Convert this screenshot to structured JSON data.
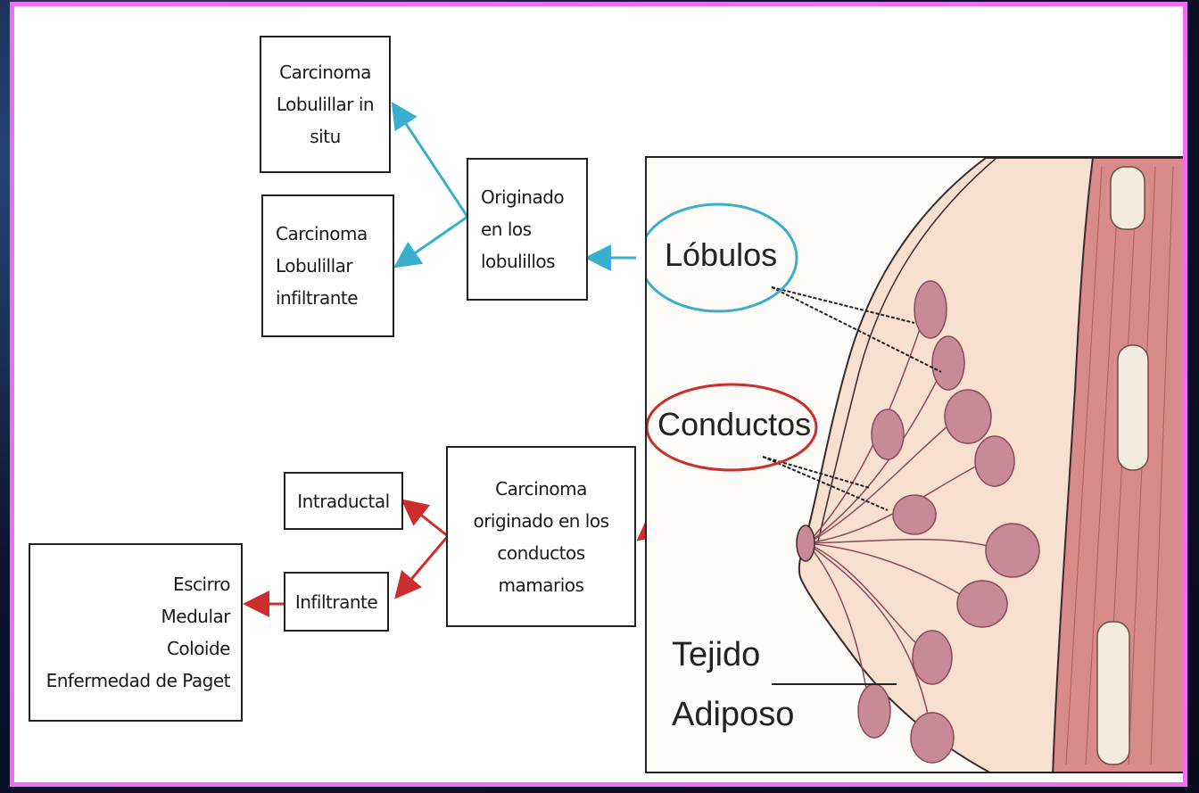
{
  "diagram": {
    "boxes": {
      "lobular_in_situ": [
        "Carcinoma",
        "Lobulillar in",
        "situ"
      ],
      "lobular_infiltrante": [
        "Carcinoma",
        "Lobulillar",
        "infiltrante"
      ],
      "originado_lobulillos": [
        "Originado",
        "en los",
        "lobulillos"
      ],
      "originado_conductos": [
        "Carcinoma",
        "originado en los",
        "conductos",
        "mamarios"
      ],
      "intraductal": "Intraductal",
      "infiltrante": "Infiltrante",
      "subtypes": [
        "Escirro",
        "Medular",
        "Coloide",
        "Enfermedad de Paget"
      ]
    },
    "anatomy_labels": {
      "lobulos": "Lóbulos",
      "conductos": "Conductos",
      "tejido": "Tejido",
      "adiposo": "Adiposo"
    },
    "colors": {
      "frame": "#f06cf0",
      "lobulos_arrow": "#3aaecd",
      "conductos_arrow": "#cc2e2e",
      "breast_tissue": "#f7e0d0",
      "lobule_fill": "#c98a98",
      "muscle": "#d98a8a"
    }
  }
}
